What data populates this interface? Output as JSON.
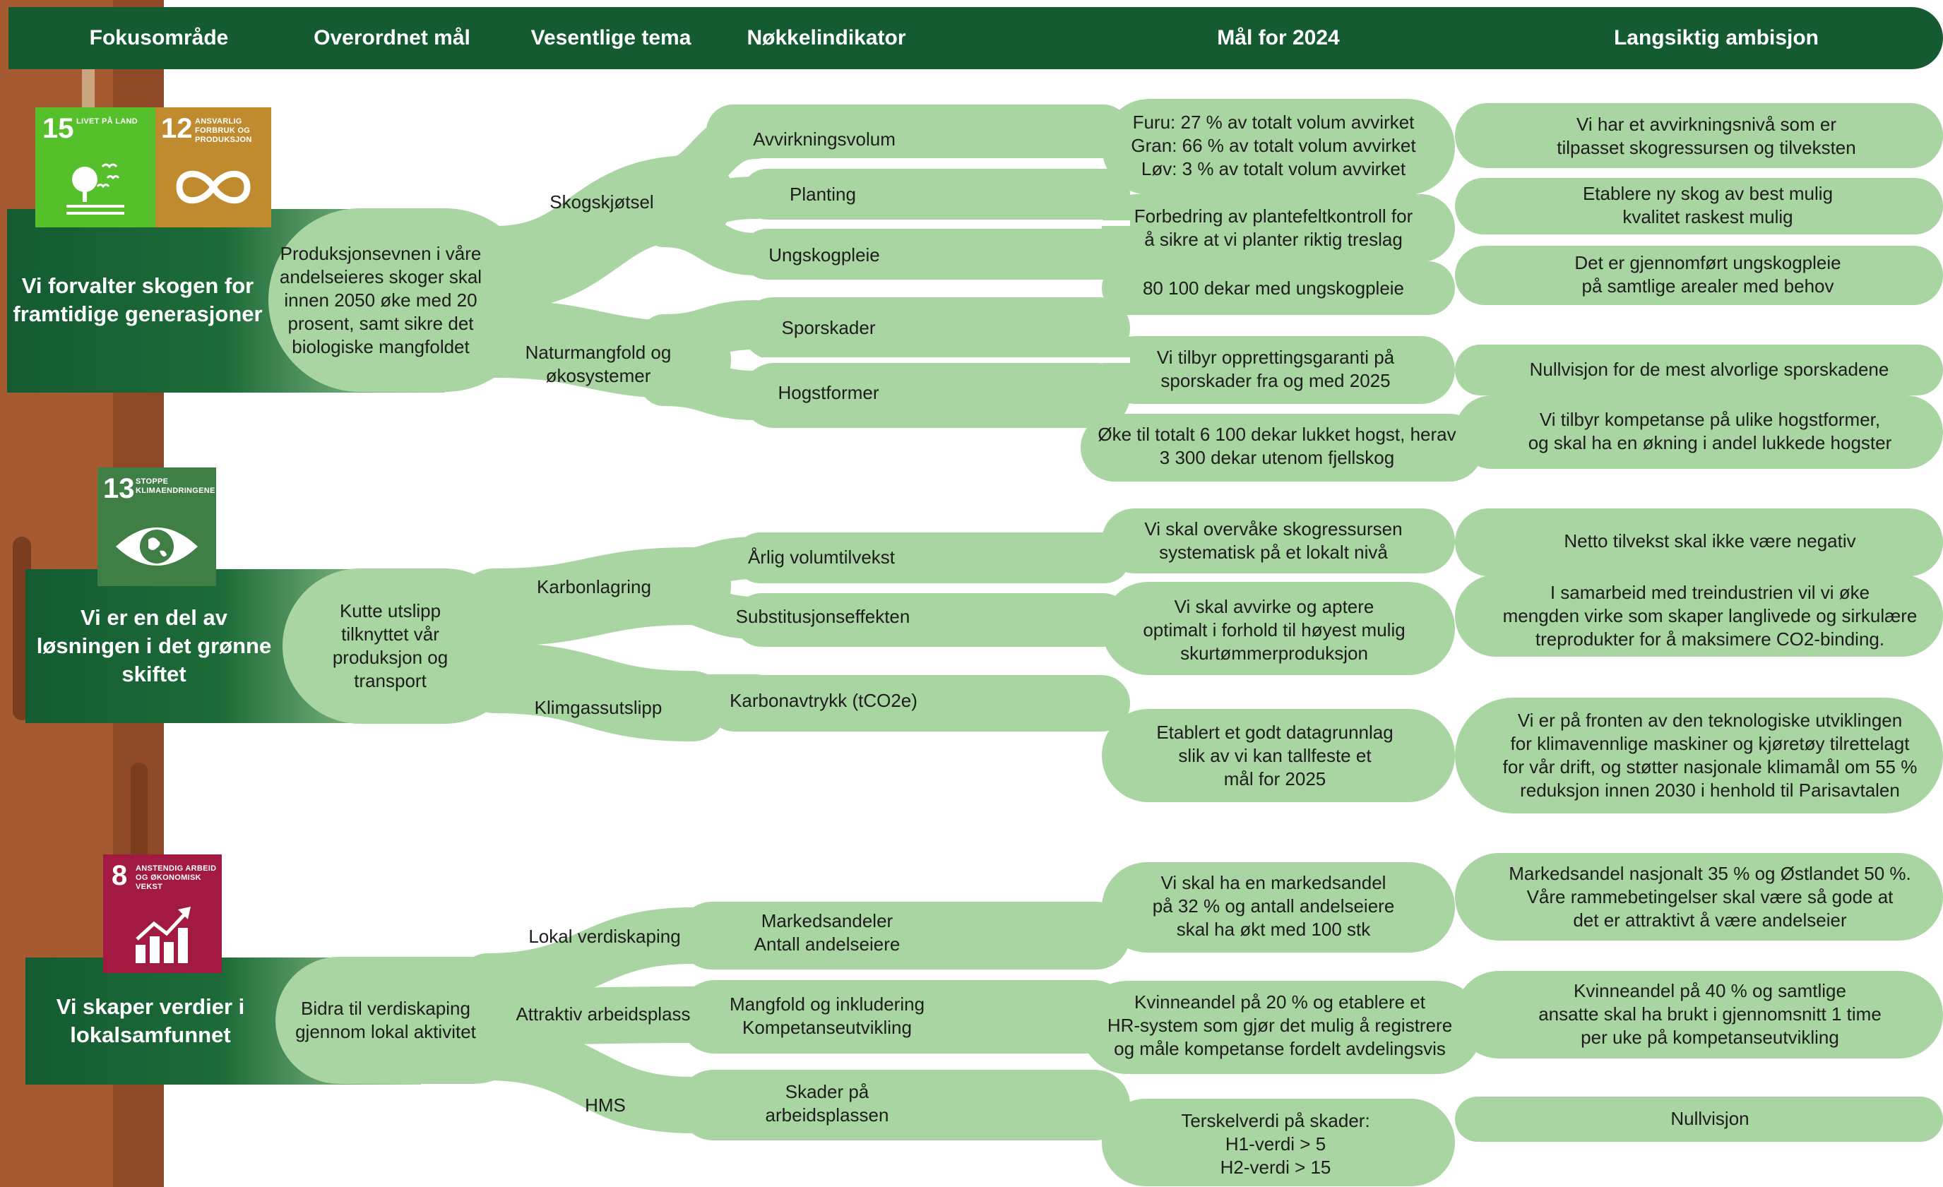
{
  "colors": {
    "header": "#145b32",
    "branch": "#a8d5a1",
    "trunk": "#a55a31",
    "focus_dark": "#145b32",
    "sdg15": "#56c02b",
    "sdg12": "#bf8b2e",
    "sdg13": "#3f7e44",
    "sdg8": "#a21942"
  },
  "header": {
    "focus": "Fokusområde",
    "goal": "Overordnet mål",
    "theme": "Vesentlige tema",
    "indicator": "Nøkkelindikator",
    "target": "Mål for 2024",
    "ambition": "Langsiktig ambisjon"
  },
  "sdgs": {
    "sdg15": {
      "number": "15",
      "title": "LIVET PÅ LAND",
      "icon": "tree-birds-icon"
    },
    "sdg12": {
      "number": "12",
      "title": "ANSVARLIG FORBRUK OG PRODUKSJON",
      "icon": "infinity-icon"
    },
    "sdg13": {
      "number": "13",
      "title": "STOPPE KLIMAENDRINGENE",
      "icon": "eye-globe-icon"
    },
    "sdg8": {
      "number": "8",
      "title": "ANSTENDIG ARBEID OG ØKONOMISK VEKST",
      "icon": "growth-chart-icon"
    }
  },
  "sections": [
    {
      "focus": "Vi forvalter skogen for framtidige generasjoner",
      "goal": "Produksjonsevnen i våre andelseieres skoger skal innen 2050 øke med 20 prosent, samt sikre det biologiske mangfoldet",
      "themes": [
        "Skogskjøtsel",
        "Naturmangfold og økosystemer"
      ],
      "rows": [
        {
          "indicator": "Avvirkningsvolum",
          "target": "Furu: 27 % av totalt volum avvirket\nGran: 66 % av totalt volum avvirket\nLøv: 3 % av totalt volum avvirket",
          "ambition": "Vi har et avvirkningsnivå som er\ntilpasset skogressursen og tilveksten"
        },
        {
          "indicator": "Planting",
          "target": "Forbedring av plantefeltkontroll for\nå sikre at vi planter riktig treslag",
          "ambition": "Etablere ny skog av best mulig\nkvalitet raskest mulig"
        },
        {
          "indicator": "Ungskogpleie",
          "target": "80 100 dekar med ungskogpleie",
          "ambition": "Det er gjennomført ungskogpleie\npå samtlige arealer med behov"
        },
        {
          "indicator": "Sporskader",
          "target": "Vi tilbyr opprettingsgaranti på\nsporskader fra og med 2025",
          "ambition": "Nullvisjon for de mest alvorlige sporskadene"
        },
        {
          "indicator": "Hogstformer",
          "target": "Øke til totalt 6 100 dekar lukket hogst, herav\n3 300 dekar utenom fjellskog",
          "ambition": "Vi tilbyr kompetanse på ulike hogstformer,\nog skal ha en økning i andel lukkede hogster"
        }
      ]
    },
    {
      "focus": "Vi er en del av løsningen i det grønne skiftet",
      "goal": "Kutte utslipp tilknyttet vår produksjon og transport",
      "themes": [
        "Karbonlagring",
        "Klimgassutslipp"
      ],
      "rows": [
        {
          "indicator": "Årlig volumtilvekst",
          "target": "Vi skal overvåke skogressursen\nsystematisk på et lokalt nivå",
          "ambition": "Netto tilvekst skal ikke være negativ"
        },
        {
          "indicator": "Substitusjonseffekten",
          "target": "Vi skal avvirke og aptere\noptimalt i forhold til høyest mulig\nskurtømmerproduksjon",
          "ambition": "I samarbeid med treindustrien vil vi øke\nmengden virke som skaper langlivede og sirkulære\ntreprodukter for å maksimere CO2-binding."
        },
        {
          "indicator": "Karbonavtrykk (tCO2e)",
          "target": "Etablert et godt datagrunnlag\nslik av vi kan tallfeste et\nmål for 2025",
          "ambition": "Vi er på fronten av den teknologiske utviklingen\nfor klimavennlige maskiner og kjøretøy tilrettelagt\nfor vår drift, og støtter nasjonale klimamål om 55 %\nreduksjon innen 2030 i henhold til Parisavtalen"
        }
      ]
    },
    {
      "focus": "Vi skaper verdier i lokalsamfunnet",
      "goal": "Bidra til verdiskaping gjennom lokal aktivitet",
      "themes": [
        "Lokal verdiskaping",
        "Attraktiv arbeidsplass",
        "HMS"
      ],
      "rows": [
        {
          "indicator": "Markedsandeler\nAntall andelseiere",
          "target": "Vi skal ha en markedsandel\npå 32 % og antall andelseiere\nskal ha økt med 100 stk",
          "ambition": "Markedsandel nasjonalt 35 % og Østlandet 50 %.\nVåre rammebetingelser skal være så gode at\ndet er attraktivt å være andelseier"
        },
        {
          "indicator": "Mangfold og inkludering\nKompetanseutvikling",
          "target": "Kvinneandel på 20 % og etablere et\nHR-system som gjør det mulig å registrere\nog måle kompetanse fordelt avdelingsvis",
          "ambition": "Kvinneandel på 40 % og samtlige\nansatte skal ha brukt i gjennomsnitt 1 time\nper uke på kompetanseutvikling"
        },
        {
          "indicator": "Skader på\narbeidsplassen",
          "target": "Terskelverdi på skader:\nH1-verdi > 5\nH2-verdi > 15",
          "ambition": "Nullvisjon"
        }
      ]
    }
  ]
}
